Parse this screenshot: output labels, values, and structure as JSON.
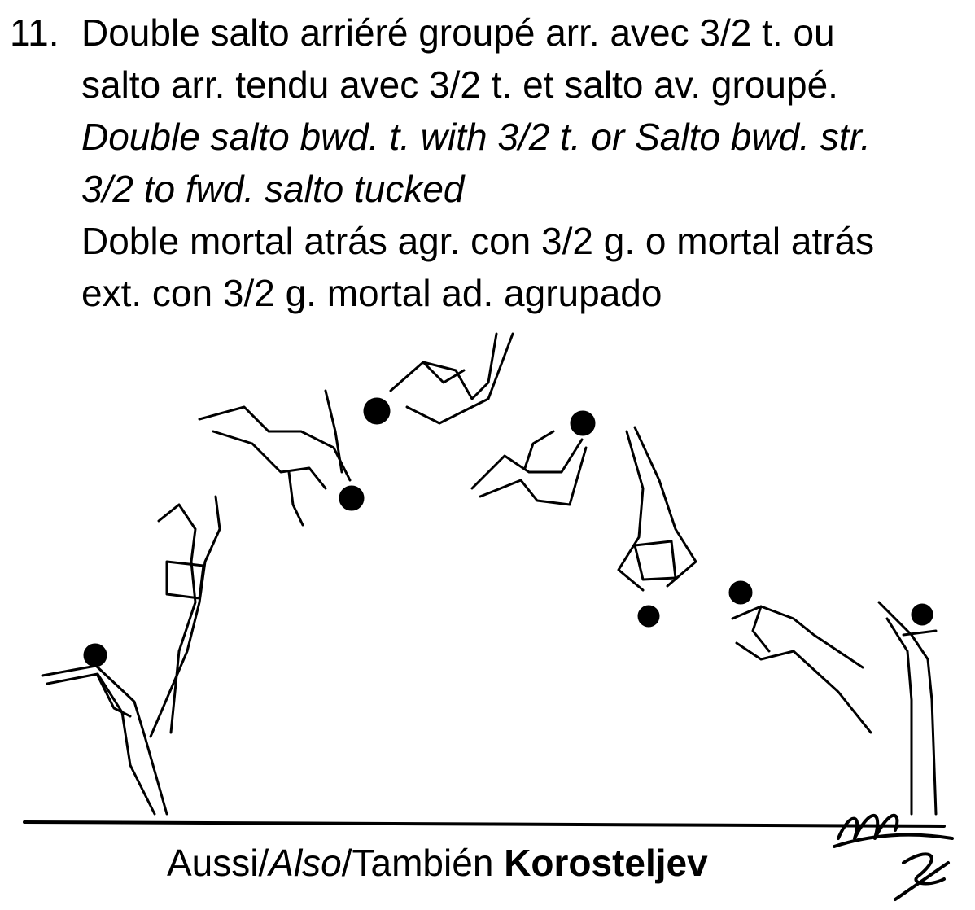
{
  "element": {
    "number": "11.",
    "french": [
      "Double salto arriéré groupé arr. avec 3/2 t. ou",
      "salto arr. tendu avec 3/2 t. et salto av. groupé."
    ],
    "english": [
      "Double salto bwd. t. with 3/2 t. or Salto bwd. str.",
      "3/2 to fwd. salto tucked"
    ],
    "spanish": [
      "Doble mortal atrás agr. con 3/2 g. o mortal atrás",
      "ext. con 3/2 g. mortal ad. agrupado"
    ]
  },
  "caption": {
    "aussi": "Aussi/",
    "also": "Also",
    "tambien": "/También ",
    "name": "Korosteljev"
  }
}
